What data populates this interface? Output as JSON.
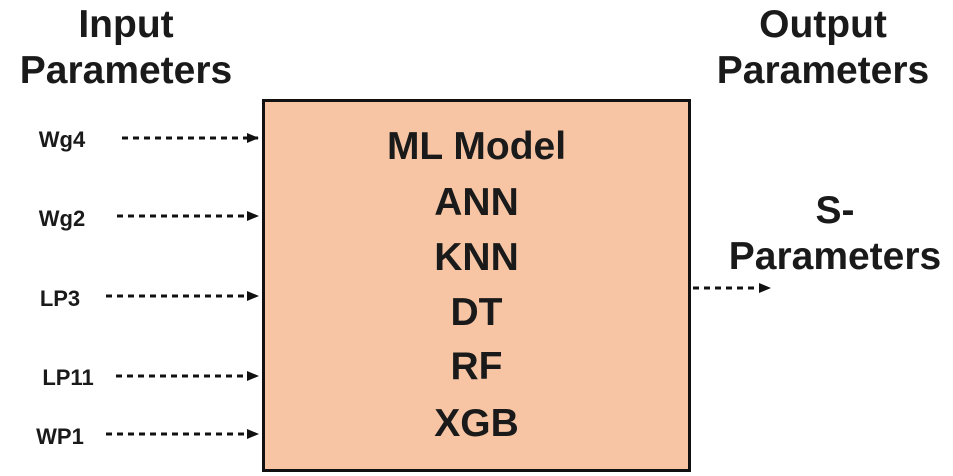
{
  "input_heading": {
    "line1": "Input",
    "line2": "Parameters"
  },
  "output_heading": {
    "line1": "Output",
    "line2": "Parameters"
  },
  "model": {
    "title": "ML Model",
    "methods": [
      "ANN",
      "KNN",
      "DT",
      "RF",
      "XGB"
    ]
  },
  "inputs": [
    "Wg4",
    "Wg2",
    "LP3",
    "LP11",
    "WP1"
  ],
  "output": {
    "line1": "S-",
    "line2": "Parameters"
  },
  "colors": {
    "box_fill": "#f7c5a4",
    "stroke": "#111111",
    "text": "#1a1a1a"
  }
}
